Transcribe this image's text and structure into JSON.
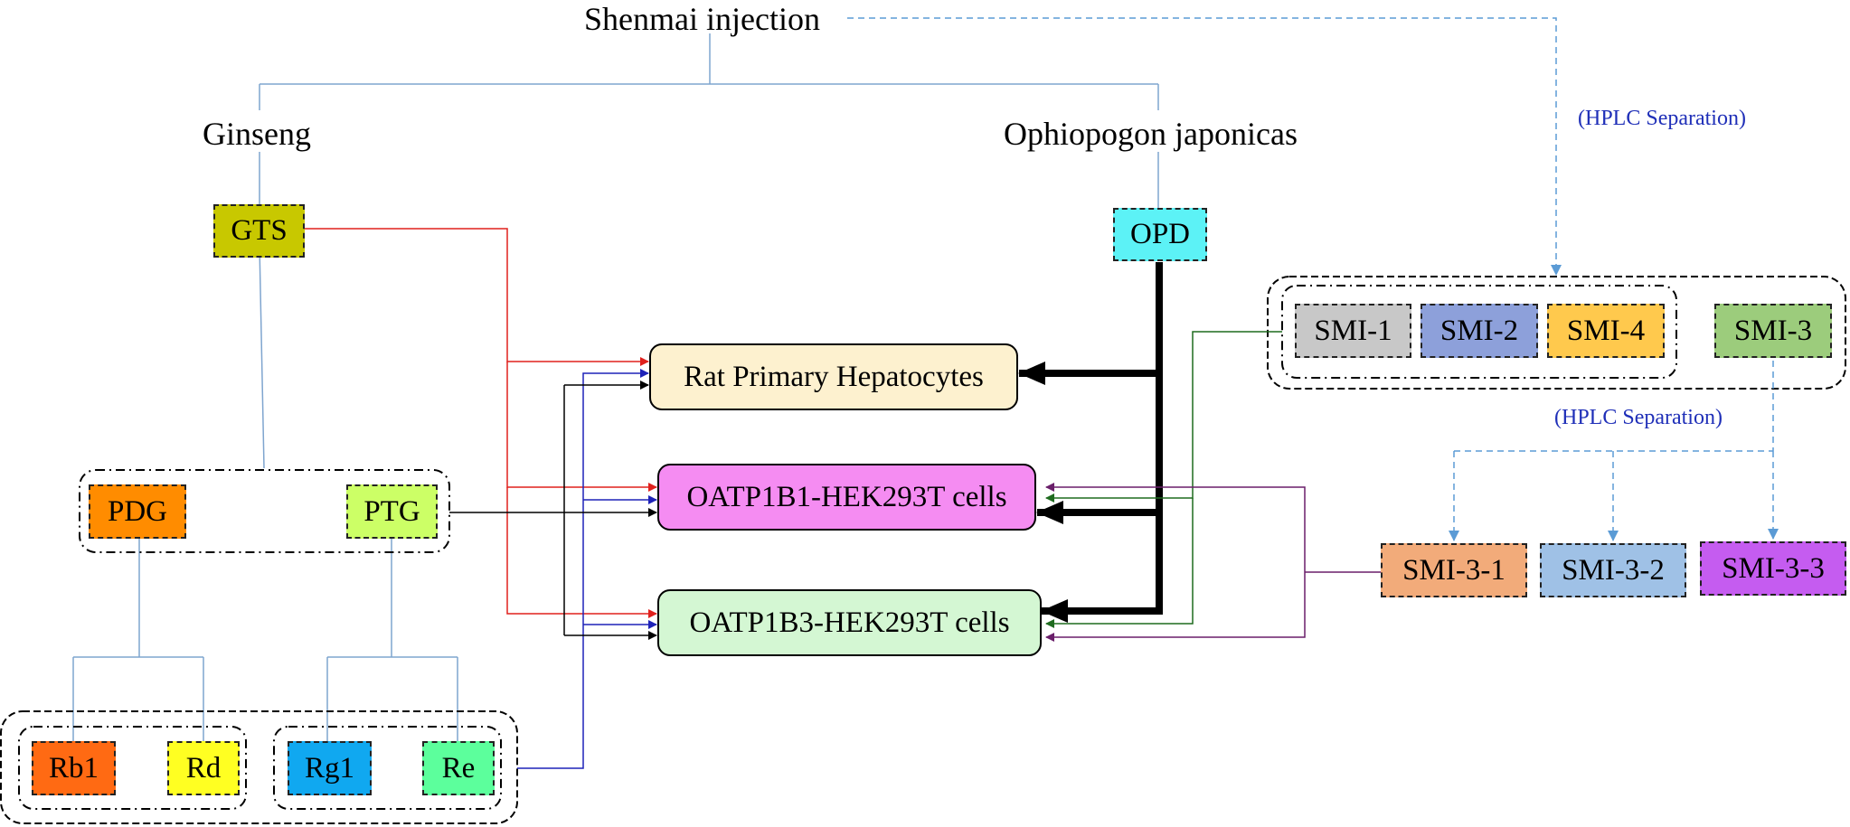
{
  "title": "Shenmai injection",
  "herbs": {
    "ginseng": "Ginseng",
    "ophiopogon": "Ophiopogon japonicas"
  },
  "hplc": {
    "top": "(HPLC Separation)",
    "mid": "(HPLC Separation)"
  },
  "components": {
    "gts": "GTS",
    "opd": "OPD",
    "pdg": "PDG",
    "ptg": "PTG",
    "rb1": "Rb1",
    "rd": "Rd",
    "rg1": "Rg1",
    "re": "Re"
  },
  "smi": {
    "smi1": "SMI-1",
    "smi2": "SMI-2",
    "smi4": "SMI-4",
    "smi3": "SMI-3",
    "smi31": "SMI-3-1",
    "smi32": "SMI-3-2",
    "smi33": "SMI-3-3"
  },
  "targets": {
    "rph": "Rat Primary Hepatocytes",
    "oatp1b1": "OATP1B1-HEK293T cells",
    "oatp1b3": "OATP1B3-HEK293T cells"
  },
  "colors": {
    "gts": "#c8c800",
    "opd": "#5cf2f6",
    "pdg": "#ff8c00",
    "ptg": "#ccff66",
    "rb1": "#ff6a13",
    "rd": "#ffff22",
    "rg1": "#10a8f0",
    "re": "#5cff9c",
    "smi1": "#c8c8c8",
    "smi2": "#8da0da",
    "smi4": "#ffc94d",
    "smi3": "#9ccc7c",
    "smi31": "#f2ab7a",
    "smi32": "#9fc1e6",
    "smi33": "#c55cf0",
    "rph": "#fdf1cf",
    "oatp1b1": "#f58cf2",
    "oatp1b3": "#d4f7d3",
    "tree_line": "#7fa5cf",
    "hplc_arrow": "#5b9bd5",
    "hplc_text": "#1f2fb8",
    "gts_arrow": "#e0211d",
    "ginsenoside_arrow": "#1e22b8",
    "ptg_arrow": "#000000",
    "opd_arrow": "#000000",
    "smi3_group_arrow": "#1f6b1f",
    "smi31_arrow": "#6a1f6a"
  }
}
